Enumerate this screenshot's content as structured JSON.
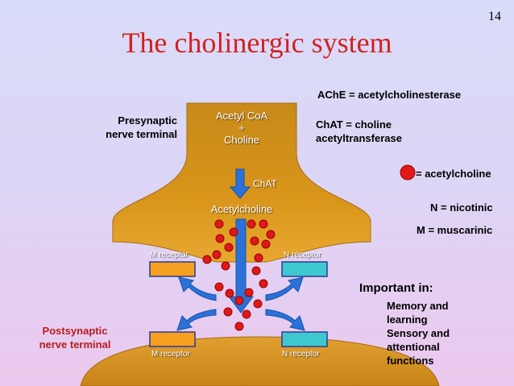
{
  "page_number": "14",
  "title": "The cholinergic system",
  "labels": {
    "presynaptic_line1": "Presynaptic",
    "presynaptic_line2": "nerve terminal",
    "postsynaptic_line1": "Postsynaptic",
    "postsynaptic_line2": "nerve terminal",
    "acetyl_coa": "Acetyl CoA",
    "plus": "+",
    "choline": "Choline",
    "chat": "ChAT",
    "acetylcholine": "Acetylcholine",
    "m_receptor_top": "M receptor",
    "n_receptor_top": "N receptor",
    "m_receptor_bottom": "M receptor",
    "n_receptor_bottom": "N receptor"
  },
  "legend": {
    "ache": "AChE = acetylcholinesterase",
    "chat_line1": "ChAT = choline",
    "chat_line2": "acetyltransferase",
    "ach": "= acetylcholine",
    "nicotinic": "N = nicotinic",
    "muscarinic": "M = muscarinic"
  },
  "important": {
    "heading": "Important in:",
    "lines": [
      "Memory and",
      "learning",
      "Sensory and",
      "attentional",
      "functions"
    ]
  },
  "colors": {
    "terminal": "#d4900f",
    "ach_dot": "#e01818",
    "m_receptor": "#f5a020",
    "n_receptor": "#40c8d0",
    "arrow": "#2070d8"
  }
}
